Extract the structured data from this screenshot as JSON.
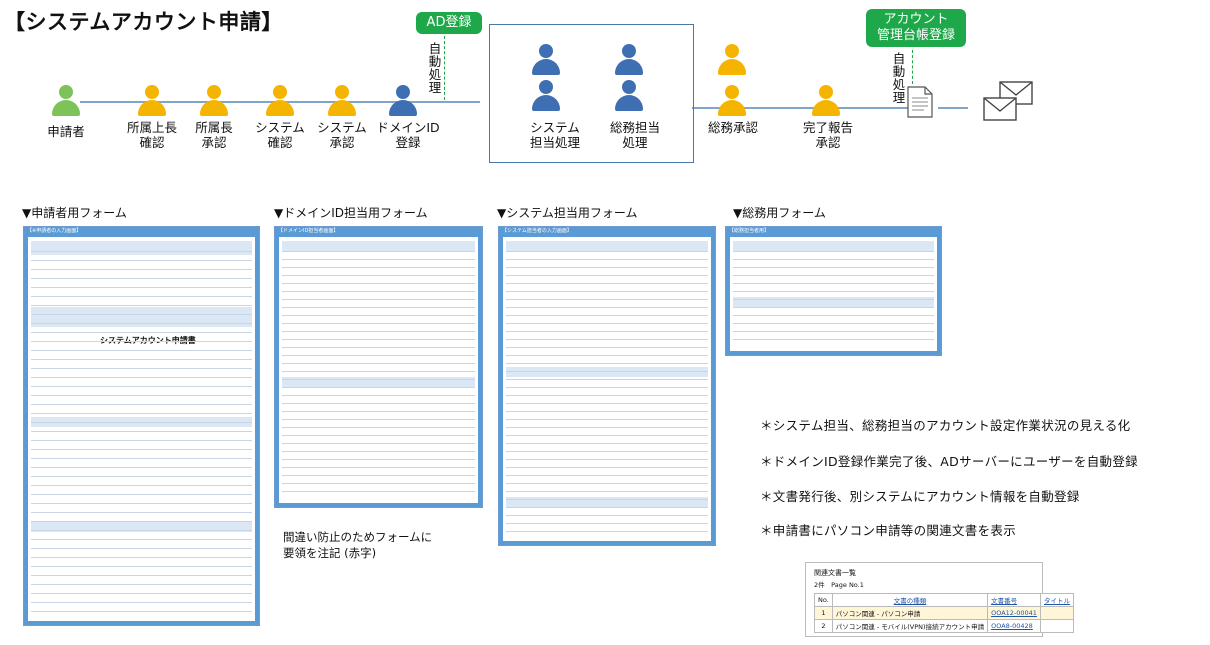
{
  "title": "【システムアカウント申請】",
  "steps": [
    {
      "label": "申請者",
      "color": "#7dc35a"
    },
    {
      "label": "所属上長\n確認",
      "color": "#f5b400"
    },
    {
      "label": "所属長\n承認",
      "color": "#f5b400"
    },
    {
      "label": "システム\n確認",
      "color": "#f5b400"
    },
    {
      "label": "システム\n承認",
      "color": "#f5b400"
    },
    {
      "label": "ドメインID\n登録",
      "color": "#3e6fb3"
    },
    {
      "label": "システム\n担当処理",
      "color": "#3e6fb3"
    },
    {
      "label": "総務担当\n処理",
      "color": "#3e6fb3"
    },
    {
      "label": "総務承認",
      "color": "#f5b400"
    },
    {
      "label": "完了報告\n承認",
      "color": "#f5b400"
    }
  ],
  "ad_box": "AD登録",
  "ad_auto": "自動処理",
  "account_box": "アカウント\n管理台帳登録",
  "account_auto": "自動処理",
  "forms": [
    {
      "label": "▼申請者用フォーム",
      "header": "【※申請者の入力画面】",
      "title": "システムアカウント申請書"
    },
    {
      "label": "▼ドメインID担当用フォーム",
      "header": "【ドメインID担当者画面】",
      "title": ""
    },
    {
      "label": "▼システム担当用フォーム",
      "header": "【システム担当者の入力画面】",
      "title": ""
    },
    {
      "label": "▼総務用フォーム",
      "header": "【総務担当者用】",
      "title": ""
    }
  ],
  "warn_note": "間違い防止のためフォームに\n要領を注記 (赤字)",
  "notes": [
    "＊システム担当、総務担当のアカウント設定作業状況の見える化",
    "＊ドメインID登録作業完了後、ADサーバーにユーザーを自動登録",
    "＊文書発行後、別システムにアカウント情報を自動登録",
    "＊申請書にパソコン申請等の関連文書を表示"
  ],
  "related": {
    "title": "関連文書一覧",
    "count": "2件　Page No.1",
    "headers": [
      "No.",
      "文書の種類",
      "文書番号",
      "タイトル"
    ],
    "rows": [
      [
        "1",
        "パソコン関連 - パソコン申請",
        "OOA12-00041",
        ""
      ],
      [
        "2",
        "パソコン関連 - モバイル(VPN)接続アカウント申請",
        "OOA8-00428",
        ""
      ]
    ]
  },
  "colors": {
    "accent": "#5b9bd5",
    "approve": "#f5b400",
    "admin": "#3e6fb3",
    "applicant": "#7dc35a",
    "auto": "#1fa84a"
  }
}
